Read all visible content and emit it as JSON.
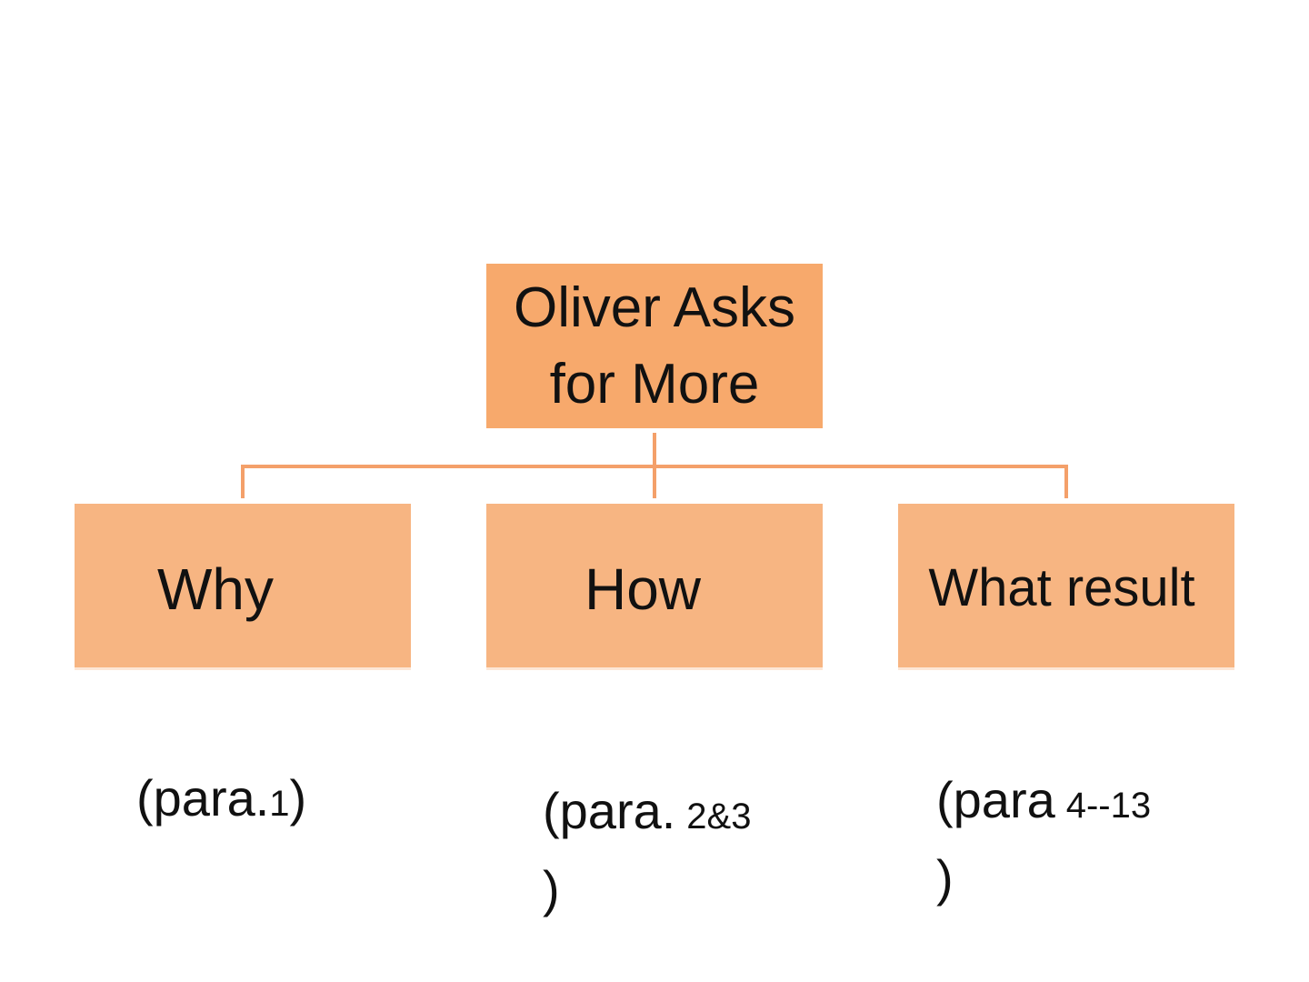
{
  "root": {
    "line1": "Oliver Asks",
    "line2": "for More"
  },
  "branches": [
    {
      "label": "Why",
      "note_prefix": "(para.",
      "note_ref": "1",
      "note_suffix": ")"
    },
    {
      "label": "How",
      "note_prefix": "(para.",
      "note_ref": "2&3",
      "note_suffix": ")"
    },
    {
      "label": "What result",
      "note_prefix": "(para",
      "note_ref": "4--13",
      "note_suffix": ")"
    }
  ],
  "colors": {
    "root_fill": "#f7a96c",
    "child_fill": "#f7b582",
    "connector": "#f4a06a"
  }
}
